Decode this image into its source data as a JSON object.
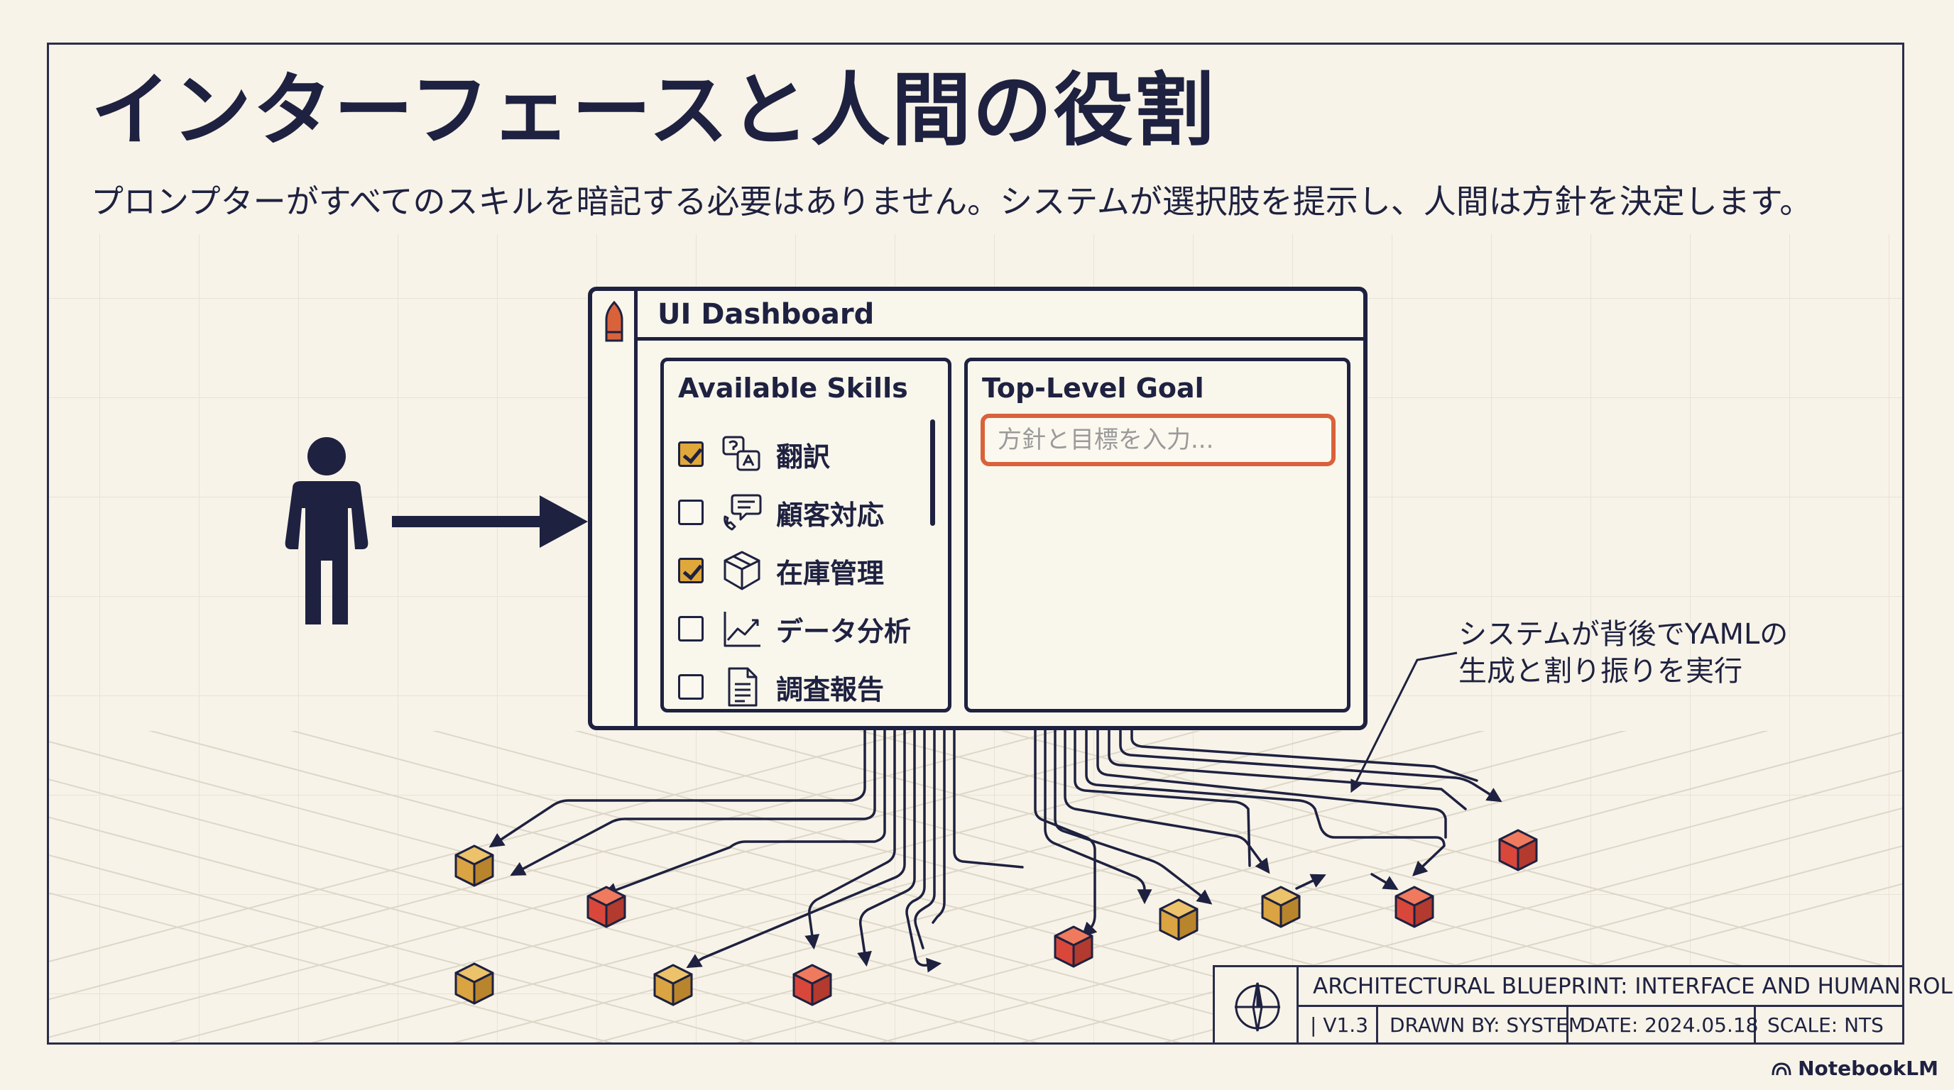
{
  "title": "インターフェースと人間の役割",
  "subtitle": "プロンプターがすべてのスキルを暗記する必要はありません。システムが選択肢を提示し、人間は方針を決定します。",
  "dashboard": {
    "window_title": "UI Dashboard",
    "skills_panel": {
      "title": "Available Skills",
      "items": [
        {
          "label": "翻訳",
          "checked": true,
          "icon": "translate-icon"
        },
        {
          "label": "顧客対応",
          "checked": false,
          "icon": "chat-bubble-icon"
        },
        {
          "label": "在庫管理",
          "checked": true,
          "icon": "box-icon"
        },
        {
          "label": "データ分析",
          "checked": false,
          "icon": "line-chart-icon"
        },
        {
          "label": "調査報告",
          "checked": false,
          "icon": "document-icon"
        }
      ]
    },
    "goal_panel": {
      "title": "Top-Level Goal",
      "input_placeholder": "方針と目標を入力..."
    }
  },
  "annotation": {
    "line1": "システムが背後でYAMLの",
    "line2": "生成と割り振りを実行"
  },
  "title_block": {
    "title": "ARCHITECTURAL BLUEPRINT: INTERFACE AND HUMAN ROLE",
    "version": "| V1.3",
    "drawn_by": "DRAWN BY: SYSTEM",
    "date": "DATE: 2024.05.18",
    "scale": "SCALE: NTS"
  },
  "watermark": "NotebookLM",
  "colors": {
    "ink": "#1e2140",
    "background": "#f7f3e8",
    "accent_orange": "#d9623b",
    "cube_gold": "#d9a441",
    "cube_red": "#d9473b",
    "checkbox_fill": "#e0a83a"
  }
}
